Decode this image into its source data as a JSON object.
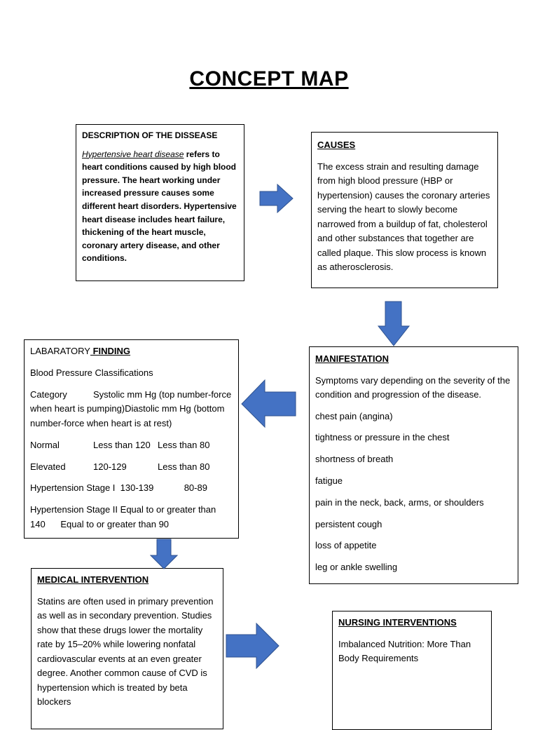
{
  "title": "CONCEPT MAP",
  "colors": {
    "arrow_fill": "#4472C4",
    "arrow_stroke": "#2F528F"
  },
  "description": {
    "heading": "DESCRIPTION OF THE DISSEASE",
    "term": "Hypertensive heart disease",
    "text": " refers to heart conditions caused by high blood pressure. The heart working under increased pressure causes some different heart disorders. Hypertensive heart disease includes heart failure, thickening of the heart muscle, coronary artery disease, and other conditions."
  },
  "causes": {
    "heading": "CAUSES",
    "text": "The excess strain and resulting damage from high blood pressure (HBP or hypertension) causes the coronary arteries serving the heart to slowly become narrowed from a buildup of fat, cholesterol and other substances that together are called plaque. This slow process is known as atherosclerosis."
  },
  "manifestation": {
    "heading": "MANIFESTATION",
    "intro": "Symptoms vary depending on the severity of the condition and progression of the disease.",
    "items": [
      "chest pain (angina)",
      "tightness or pressure in the chest",
      "shortness of breath",
      "fatigue",
      "pain in the neck, back, arms, or shoulders",
      "persistent cough",
      "loss of appetite",
      "leg or ankle swelling"
    ]
  },
  "lab": {
    "heading_plain": "LABARATORY",
    "heading_underlined": " FINDING",
    "subtitle": "Blood Pressure Classifications",
    "category_row": {
      "category": "Category",
      "systolic": "Systolic mm Hg (top number-force when heart is pumping)",
      "diastolic": "Diastolic mm Hg (bottom number-force when heart is at rest)"
    },
    "rows": [
      {
        "category": "Normal",
        "systolic": "Less than 120",
        "diastolic": "Less than 80"
      },
      {
        "category": "Elevated",
        "systolic": "120-129",
        "diastolic": "Less than 80"
      },
      {
        "category": "Hypertension Stage I",
        "systolic": "130-139",
        "diastolic": "80-89"
      },
      {
        "category": "Hypertension Stage II",
        "systolic": "Equal to or greater than 140",
        "diastolic": "Equal to or greater than 90"
      }
    ]
  },
  "medical": {
    "heading": "MEDICAL INTERVENTION",
    "text": "Statins are often used in primary prevention as well as in secondary prevention. Studies show that these drugs lower the mortality rate by 15–20% while lowering nonfatal cardiovascular events at an even greater degree. Another common cause of CVD is hypertension which is treated by beta blockers"
  },
  "nursing": {
    "heading": "NURSING INTERVENTIONS",
    "text": "Imbalanced Nutrition: More Than Body Requirements"
  }
}
